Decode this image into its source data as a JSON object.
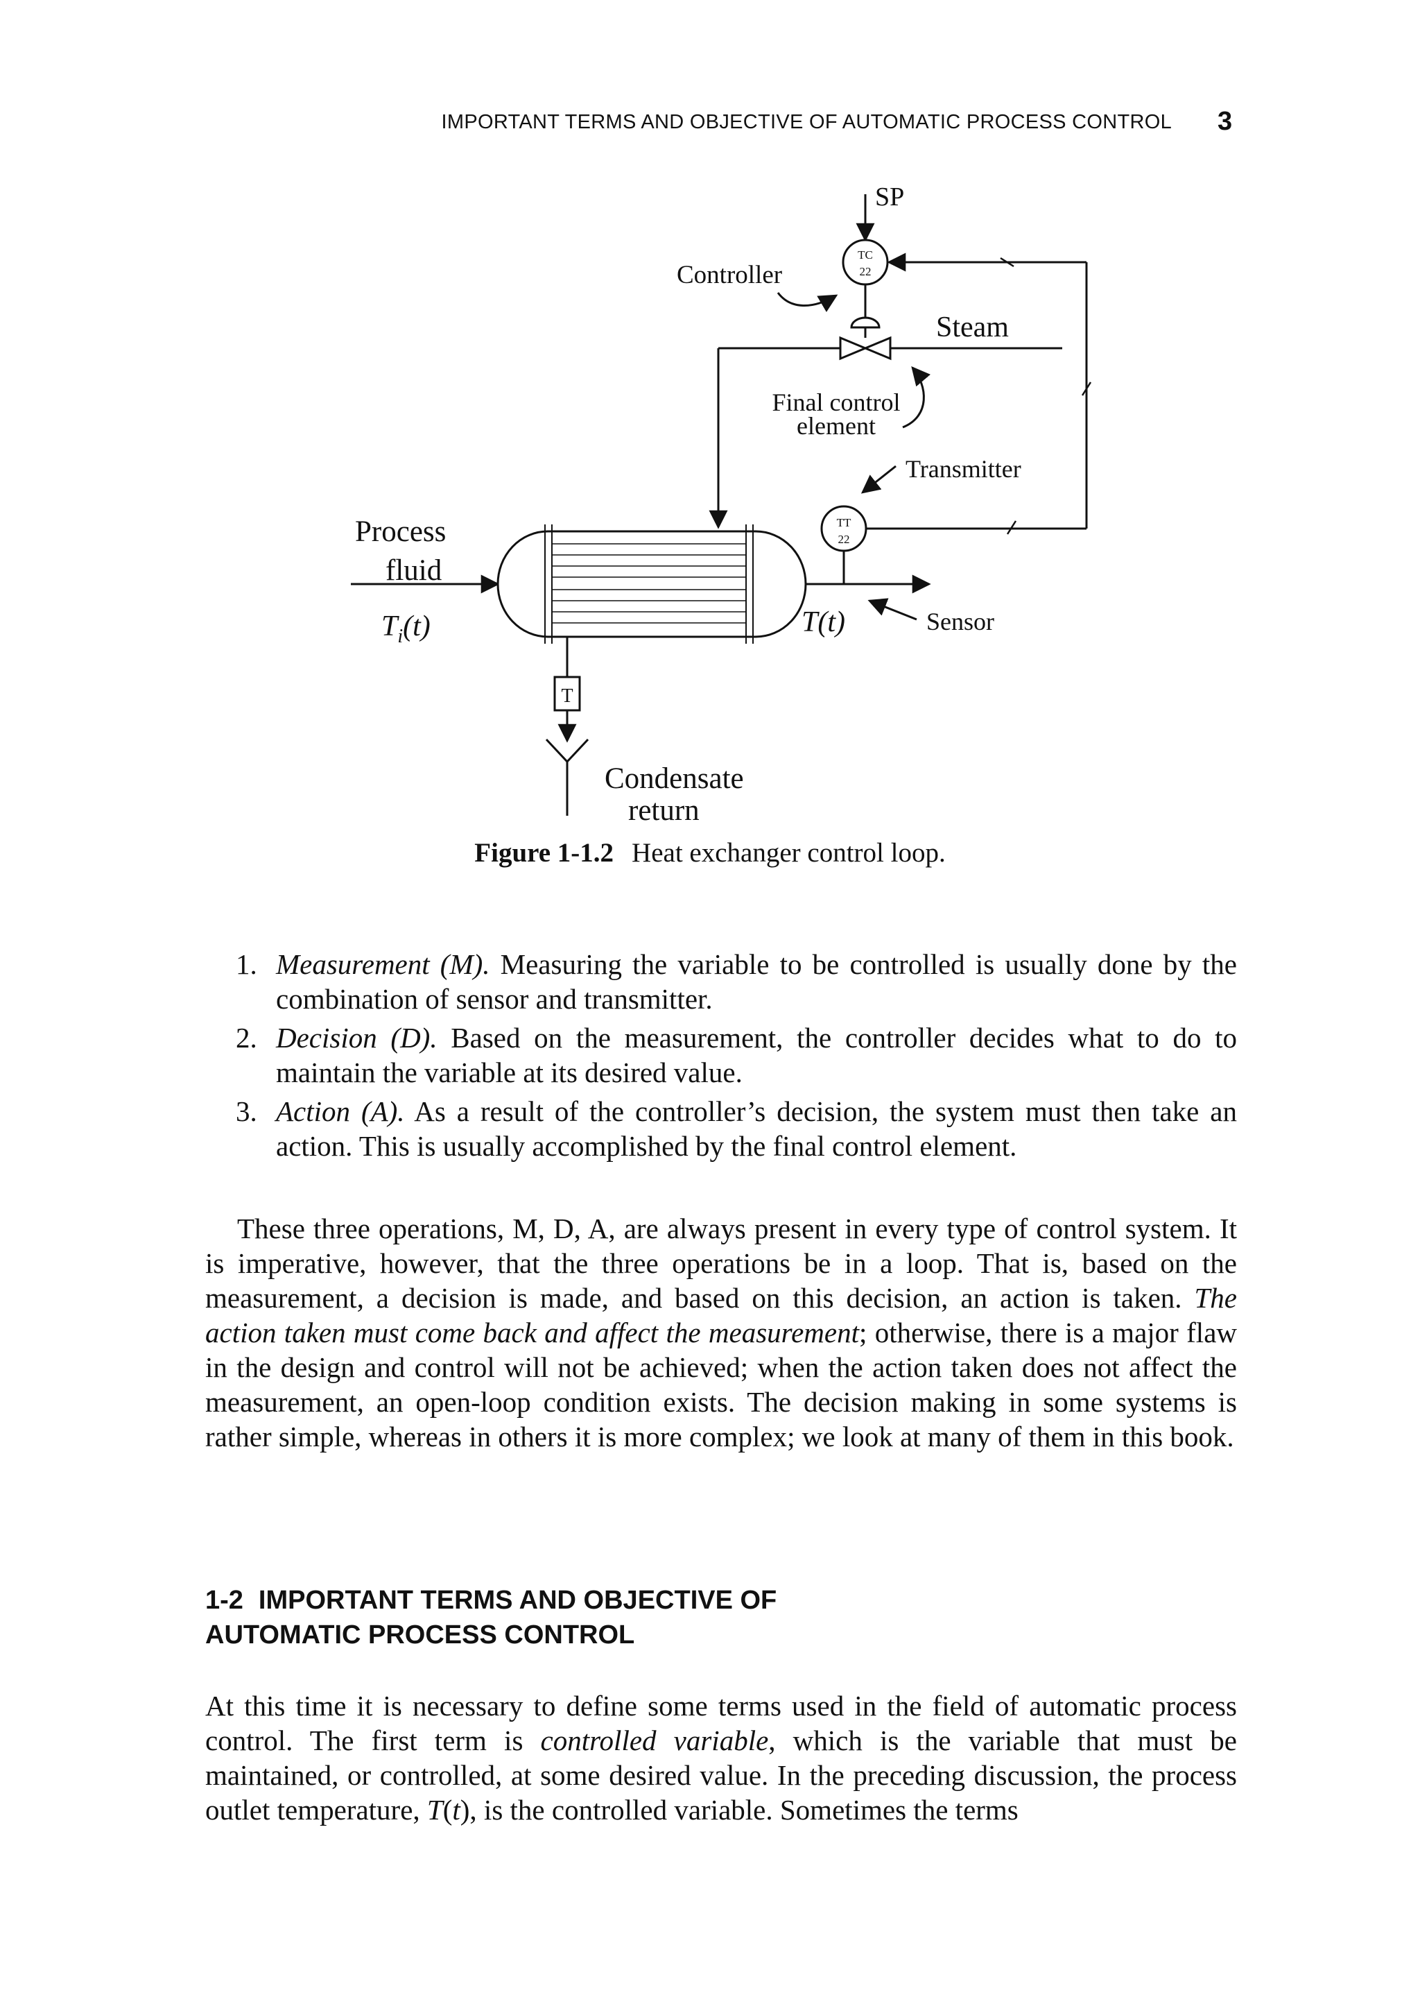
{
  "header": {
    "running_head": "IMPORTANT TERMS AND OBJECTIVE OF AUTOMATIC PROCESS CONTROL",
    "page_number": "3"
  },
  "figure": {
    "labels": {
      "sp": "SP",
      "controller": "Controller",
      "tc_tag_top": "TC",
      "tc_tag_num": "22",
      "steam": "Steam",
      "final_control_1": "Final control",
      "final_control_2": "element",
      "transmitter": "Transmitter",
      "tt_tag_top": "TT",
      "tt_tag_num": "22",
      "process_1": "Process",
      "process_2": "fluid",
      "ti_main": "T",
      "ti_sub": "i",
      "ti_arg": "(t)",
      "t_main": "T",
      "t_arg": "(t)",
      "sensor": "Sensor",
      "trap": "T",
      "condensate_1": "Condensate",
      "condensate_2": "return"
    },
    "caption_number": "Figure 1-1.2",
    "caption_text": "Heat exchanger control loop."
  },
  "steps": [
    {
      "num": "1.",
      "term": "Measurement (M).",
      "text": "Measuring the variable to be controlled is usually done by the combination of sensor and transmitter."
    },
    {
      "num": "2.",
      "term": "Decision (D).",
      "text": "Based on the measurement, the controller decides what to do to maintain the variable at its desired value."
    },
    {
      "num": "3.",
      "term": "Action (A).",
      "text": "As a result of the controller’s decision, the system must then take an action. This is usually accomplished by the final control element."
    }
  ],
  "paragraph1": {
    "before": "These three operations, M, D, A, are always present in every type of control system. It is imperative, however, that the three operations be in a loop. That is, based on the measurement, a decision is made, and based on this decision, an action is taken.",
    "emphasis": "The action taken must come back and affect the measurement",
    "after": "; otherwise, there is a major flaw in the design and control will not be achieved; when the action taken does not affect the measurement, an open-loop condition exists. The decision making in some systems is rather simple, whereas in others it is more complex; we look at many of them in this book."
  },
  "section": {
    "number": "1-2",
    "title_line1": "IMPORTANT TERMS AND OBJECTIVE OF",
    "title_line2": "AUTOMATIC PROCESS CONTROL"
  },
  "paragraph2": {
    "part1": "At this time it is necessary to define some terms used in the field of automatic process control. The first term is",
    "emphasis1": "controlled variable",
    "part2": ", which is the variable that must be maintained, or controlled, at some desired value. In the preceding discussion, the process outlet temperature,",
    "emphasis2": "T",
    "part3": "(",
    "emphasis3": "t",
    "part4": "), is the controlled variable. Sometimes the terms"
  }
}
